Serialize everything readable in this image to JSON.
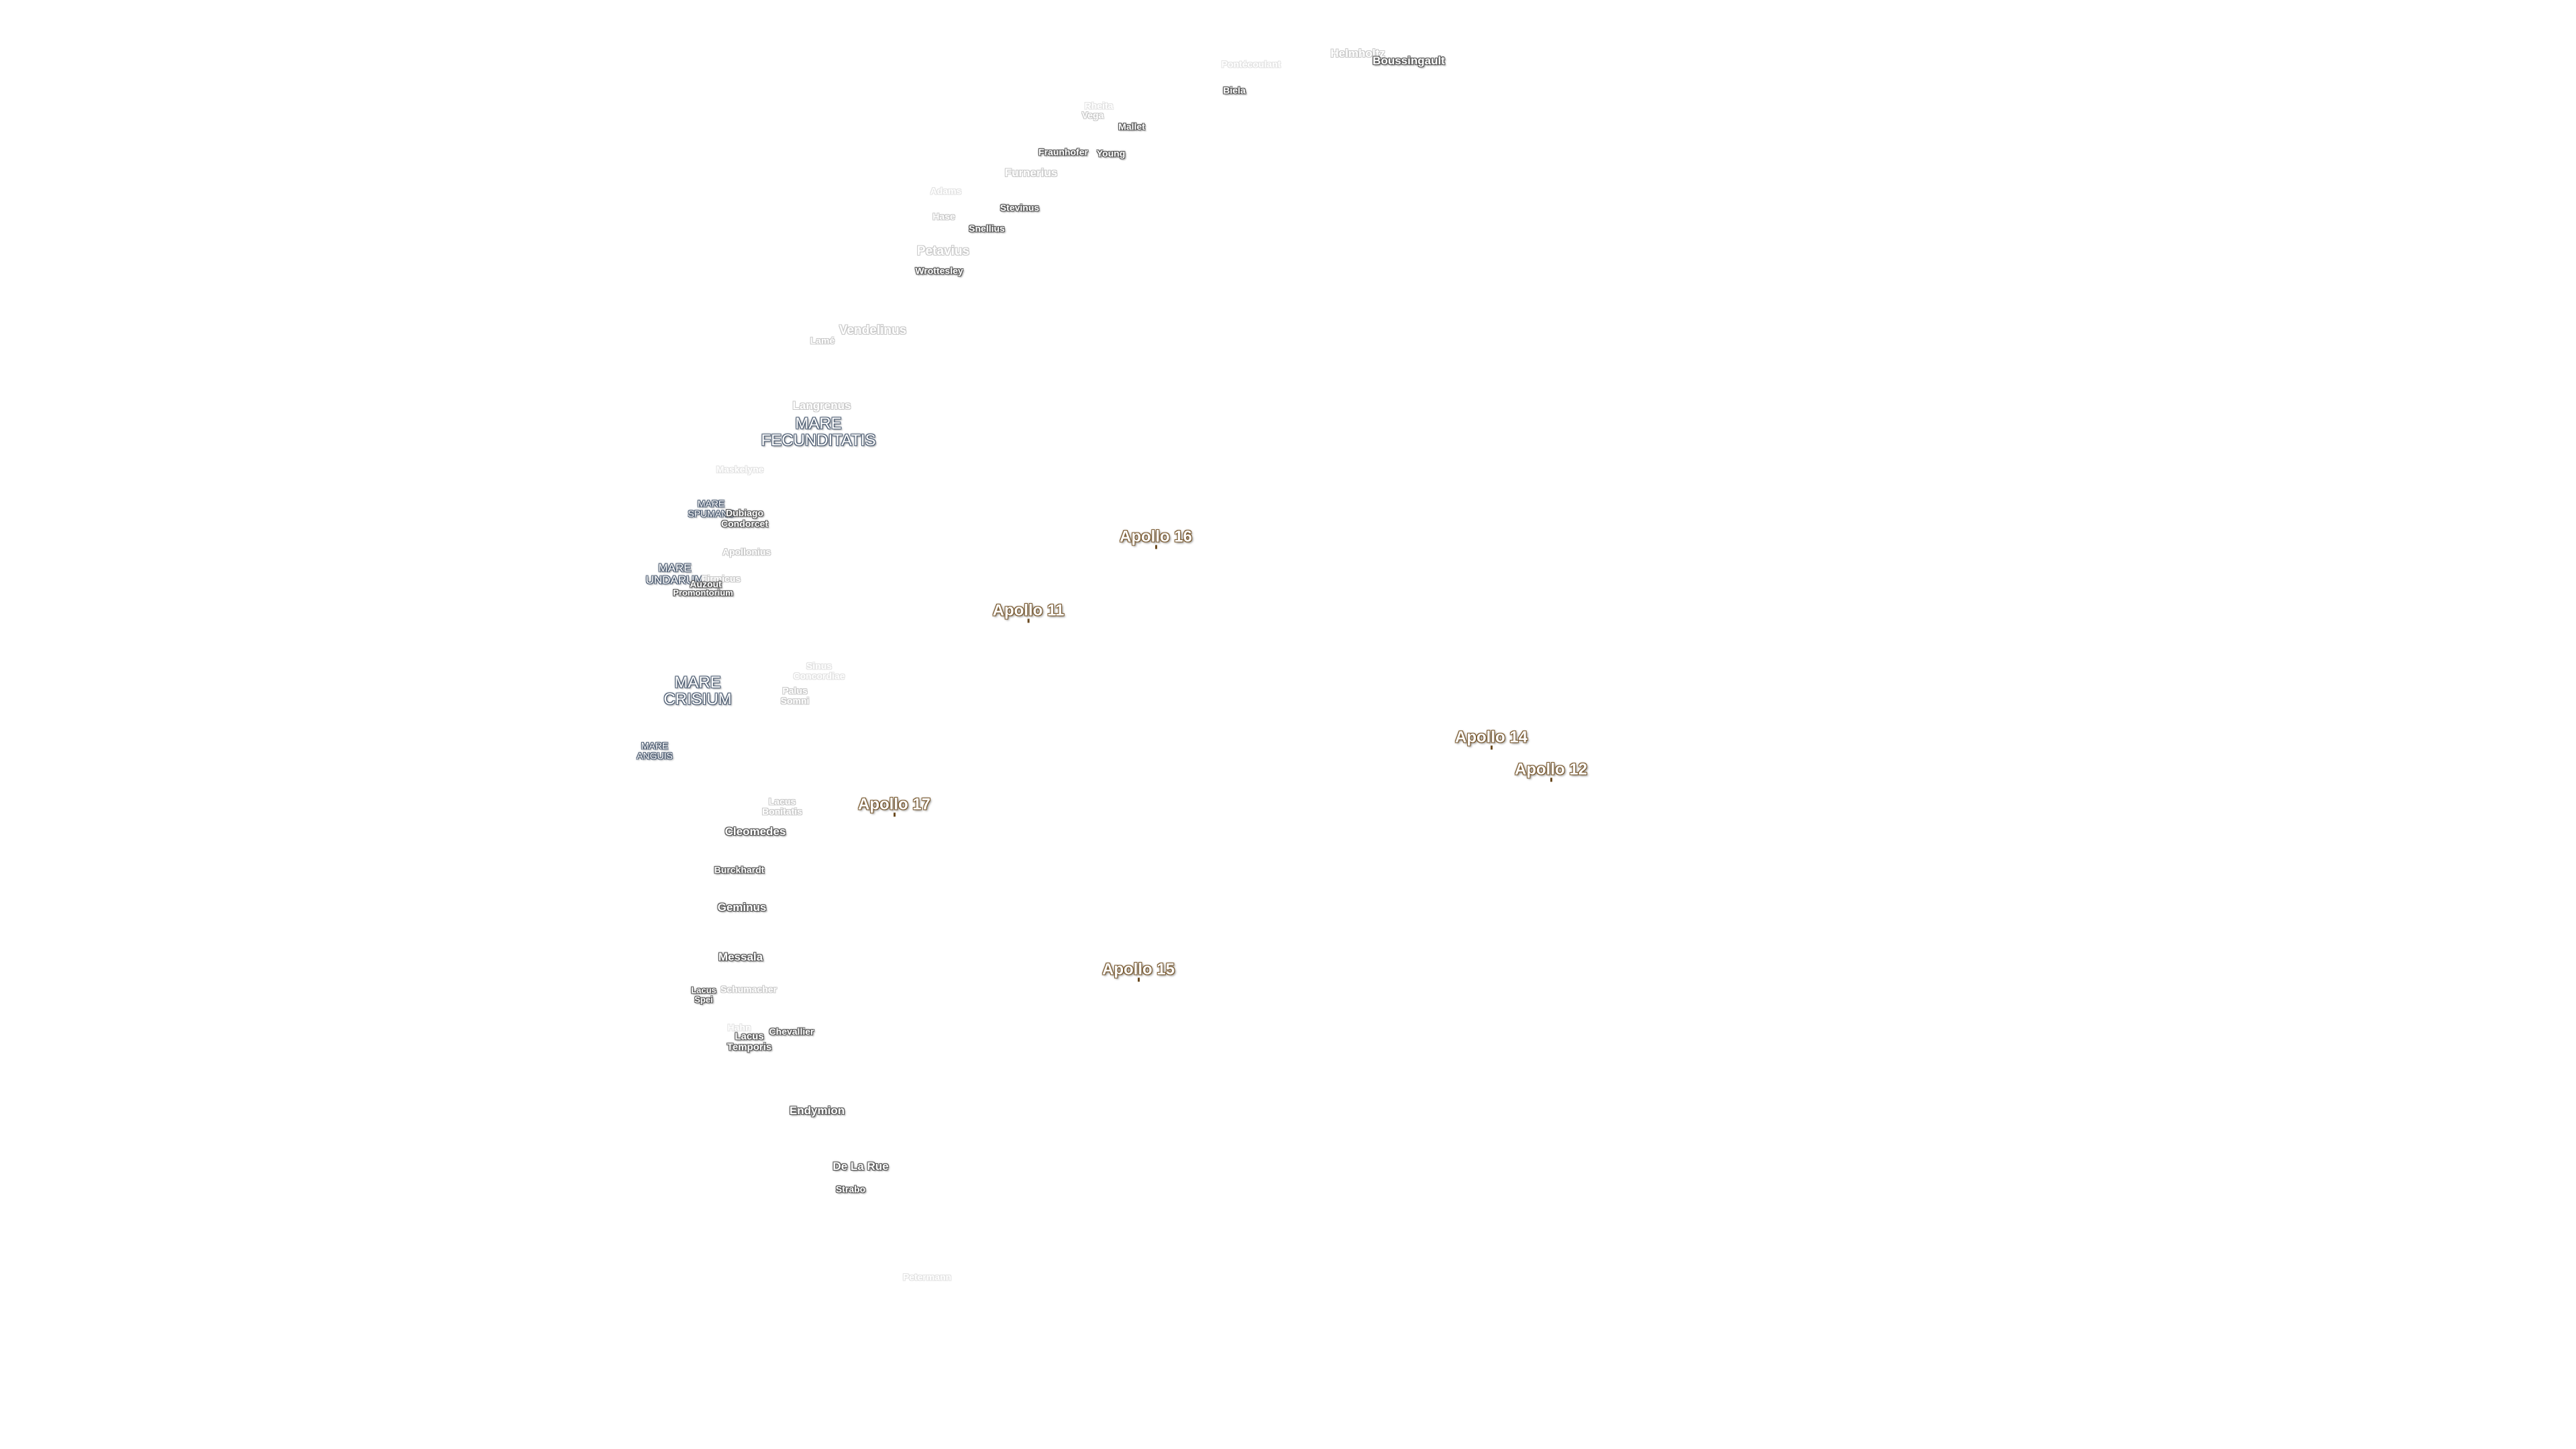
{
  "labels": {
    "helmholtz": "Helmholtz",
    "boussingault": "Boussingault",
    "pontecoulant": "Pontécoulant",
    "biela": "Biela",
    "rheita": "Rheita",
    "vega": "Vega",
    "mallet": "Mallet",
    "fraunhofer": "Fraunhofer",
    "young": "Young",
    "furnerius": "Furnerius",
    "adams": "Adams",
    "stevinus": "Stevinus",
    "hase": "Hase",
    "snellius": "Snellius",
    "petavius": "Petavius",
    "wrottesley": "Wrottesley",
    "vendelinus": "Vendelinus",
    "lame": "Lamé",
    "langrenus": "Langrenus",
    "mare_fecunditatis": "MARE\nFECUNDITATIS",
    "maskelyne": "Maskelyne",
    "mare_spumans": "MARE\nSPUMANS",
    "dubiago": "Dubiago",
    "condorcet": "Condorcet",
    "apollonius": "Apollonius",
    "mare_undarum": "MARE\nUNDARUM",
    "firmicus": "Firmicus",
    "auzout": "Auzout",
    "promontorium": "Promontorium",
    "mare_crisium": "MARE\nCRISIUM",
    "sinus_concordiae": "Sinus\nConcordiae",
    "palus_somni": "Palus\nSomni",
    "mare_anguis": "MARE\nANGUIS",
    "lacus_bonitatis": "Lacus\nBonitatis",
    "cleomedes": "Cleomedes",
    "burckhardt": "Burckhardt",
    "geminus": "Geminus",
    "messala": "Messala",
    "schumacher": "Schumacher",
    "lacus_spei": "Lacus\nSpei",
    "hahn": "Hahn",
    "lacus_temporis": "Lacus\nTemporis",
    "chevallier": "Chevallier",
    "endymion": "Endymion",
    "de_la_rue": "De La Rue",
    "strabo": "Strabo",
    "petermann": "Petermann"
  },
  "apollo": {
    "a16": "Apollo 16",
    "a11": "Apollo 11",
    "a14": "Apollo 14",
    "a12": "Apollo 12",
    "a17": "Apollo 17",
    "a15": "Apollo 15"
  },
  "colors": {
    "background": "#ffffff",
    "crater_outline": "#555555",
    "mare_outline": "#4a5a70",
    "apollo_outline": "#7a5a30"
  }
}
